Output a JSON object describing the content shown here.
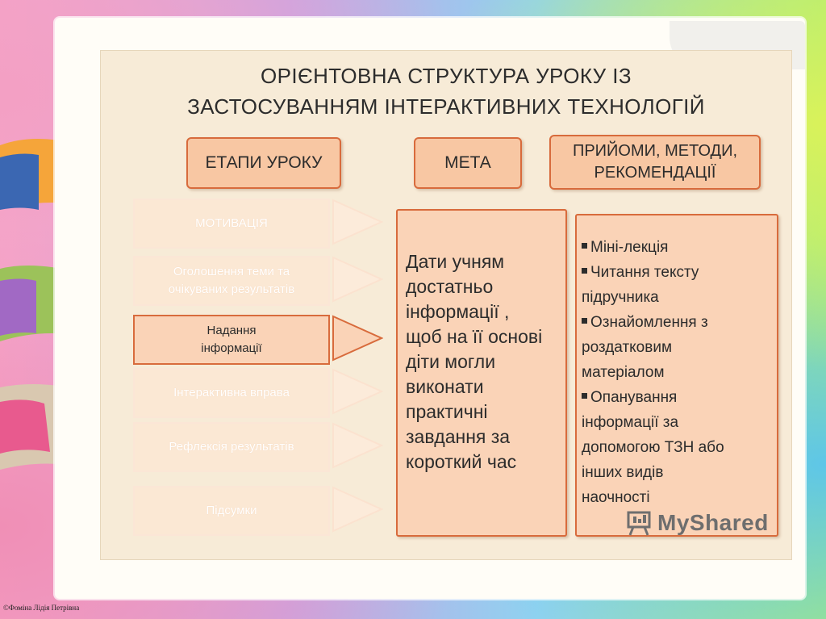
{
  "title": {
    "line1": "ОРІЄНТОВНА СТРУКТУРА УРОКУ ІЗ",
    "line2": "ЗАСТОСУВАННЯМ ІНТЕРАКТИВНИХ ТЕХНОЛОГІЙ"
  },
  "headers": {
    "stages": "ЕТАПИ УРОКУ",
    "goal": "МЕТА",
    "methods_line1": "ПРИЙОМИ, МЕТОДИ,",
    "methods_line2": "РЕКОМЕНДАЦІЇ"
  },
  "stages": [
    {
      "line1": "МОТИВАЦІЯ",
      "line2": ""
    },
    {
      "line1": "Оголошення теми та",
      "line2": "очікуваних  результатів"
    },
    {
      "line1": "Надання",
      "line2": "інформації"
    },
    {
      "line1": "Інтерактивна вправа",
      "line2": ""
    },
    {
      "line1": "Рефлексія результатів",
      "line2": ""
    },
    {
      "line1": "Підсумки",
      "line2": ""
    }
  ],
  "active_stage": 2,
  "goal": {
    "lines": [
      "Дати учням",
      "достатньо",
      "інформації ,",
      "щоб на її основі",
      "діти могли",
      "виконати",
      "практичні",
      "завдання за",
      "короткий час"
    ]
  },
  "methods": {
    "lines": [
      {
        "bullet": true,
        "text": "Міні-лекція"
      },
      {
        "bullet": true,
        "text": "Читання  тексту"
      },
      {
        "bullet": false,
        "text": "підручника"
      },
      {
        "bullet": true,
        "text": "Ознайомлення з"
      },
      {
        "bullet": false,
        "text": "роздатковим"
      },
      {
        "bullet": false,
        "text": "матеріалом"
      },
      {
        "bullet": true,
        "text": "Опанування"
      },
      {
        "bullet": false,
        "text": "інформації за"
      },
      {
        "bullet": false,
        "text": "допомогою  ТЗН або"
      },
      {
        "bullet": false,
        "text": "інших видів"
      },
      {
        "bullet": false,
        "text": "наочності"
      }
    ]
  },
  "watermark": "MyShared",
  "credit": "©Фоміна Лідія Петрівна",
  "colors": {
    "box_fill": "#fad3b7",
    "box_border": "#d86b3c",
    "slide_bg": "#f7ebd7"
  }
}
